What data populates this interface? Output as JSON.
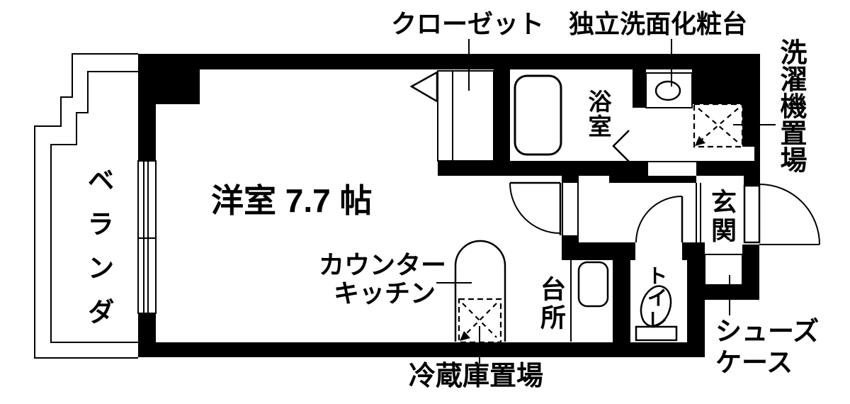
{
  "plan": {
    "type": "apartment-floorplan",
    "colors": {
      "wall": "#000000",
      "floor": "#ffffff",
      "text": "#000000",
      "line": "#000000"
    },
    "labels": {
      "closet": "クローゼット",
      "vanity": "独立洗面化粧台",
      "washer": "洗濯機置場",
      "veranda": "ベランダ",
      "room": "洋室 7.7 帖",
      "counter_kitchen_1": "カウンター",
      "counter_kitchen_2": "キッチン",
      "kitchen": "台所",
      "bath": "浴室",
      "toilet": "トイレ",
      "genkan": "玄関",
      "shoe_case_1": "シューズ",
      "shoe_case_2": "ケース",
      "fridge": "冷蔵庫置場"
    },
    "fixtures": [
      "bathtub",
      "washbasin-bowl",
      "washing-machine-area-box",
      "refrigerator-area-box",
      "kitchen-sink",
      "counter",
      "toilet-bowl",
      "toilet-tank",
      "balcony-window",
      "closet-door-triangle",
      "entrance-door-swing",
      "room-door-swing",
      "toilet-door-swing",
      "bath-folding-door",
      "genkan-step",
      "shoe-case-box"
    ]
  }
}
